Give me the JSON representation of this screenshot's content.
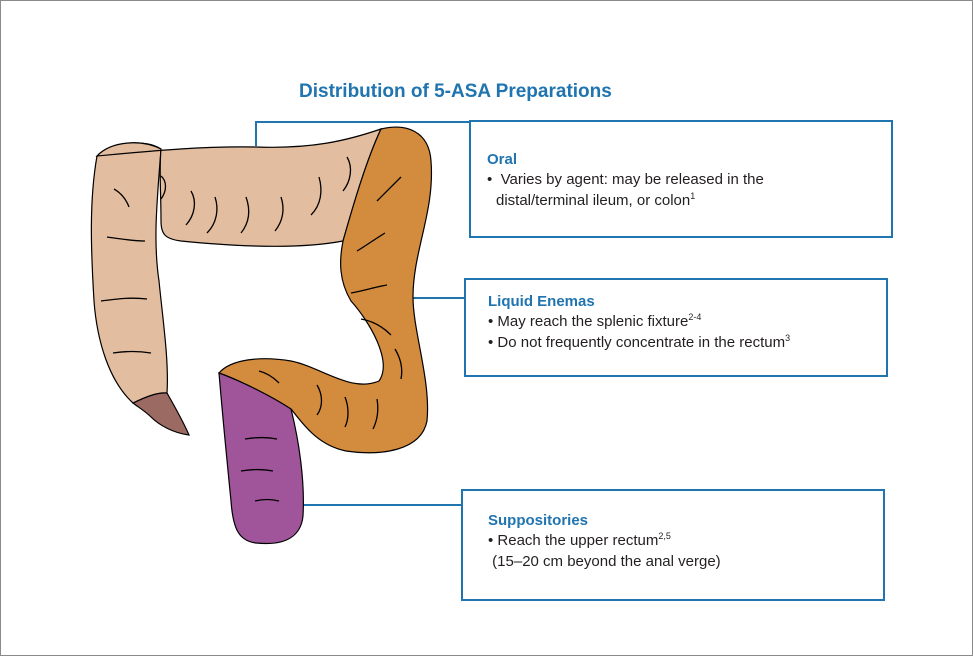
{
  "title": "Distribution of 5-ASA Preparations",
  "colors": {
    "accent_blue": "#2074b0",
    "colon_oral": "#e3bd9f",
    "colon_enema": "#d38b3e",
    "rectum_suppository": "#a0559b",
    "anus": "#9b6a63"
  },
  "callouts": {
    "oral": {
      "heading": "Oral",
      "bullet": "•",
      "line1": "Varies by agent: may be released in the",
      "line2": "distal/terminal ileum, or colon",
      "ref": "1"
    },
    "enemas": {
      "heading": "Liquid Enemas",
      "line1": "• May reach the splenic fixture",
      "ref1": "2-4",
      "line2": "• Do not frequently concentrate in the rectum",
      "ref2": "3"
    },
    "suppositories": {
      "heading": "Suppositories",
      "line1": "• Reach the upper rectum",
      "ref1": "2,5",
      "line2": "(15–20 cm beyond the anal verge)"
    }
  }
}
